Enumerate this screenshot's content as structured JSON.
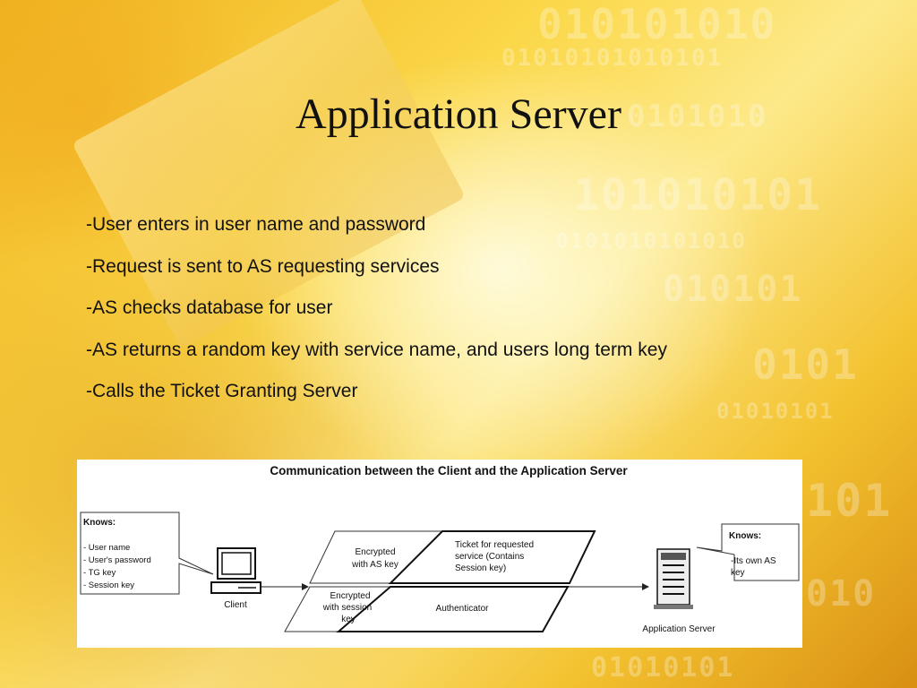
{
  "slide": {
    "title": "Application Server",
    "bullets": [
      "-User enters in user name and password",
      "-Request is sent to AS requesting services",
      "-AS checks database for user",
      "-AS returns a random key with service name, and users long term key",
      "-Calls the Ticket Granting Server"
    ]
  },
  "diagram": {
    "title": "Communication between the Client and the Application Server",
    "client_knows": {
      "heading": "Knows:",
      "items": [
        "- User name",
        "- User's password",
        "- TG key",
        "- Session key"
      ]
    },
    "client_label": "Client",
    "message": {
      "encrypted_as_key": [
        "Encrypted",
        "with AS key"
      ],
      "ticket": [
        "Ticket for requested",
        "service (Contains",
        "Session key)"
      ],
      "encrypted_session_key": [
        "Encrypted",
        "with session",
        "key"
      ],
      "authenticator": "Authenticator"
    },
    "server_knows": {
      "heading": "Knows:",
      "items": [
        "-Its own AS",
        " key"
      ]
    },
    "server_label": "Application Server"
  },
  "colors": {
    "background_gold": "#f3c230",
    "text": "#111111"
  }
}
